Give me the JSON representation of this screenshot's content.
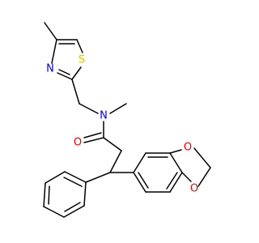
{
  "molecule": {
    "atoms": {
      "s1": {
        "symbol": "S"
      },
      "n_thiazole": {
        "symbol": "N"
      },
      "n_amide": {
        "symbol": "N"
      },
      "o_carbonyl": {
        "symbol": "O"
      },
      "o_dioxole_top": {
        "symbol": "O"
      },
      "o_dioxole_bottom": {
        "symbol": "O"
      }
    },
    "colors": {
      "bond": "#000000",
      "carbon": "#000000",
      "nitrogen": "#0000ff",
      "oxygen": "#ff0000",
      "sulfur": "#cccc00"
    }
  }
}
